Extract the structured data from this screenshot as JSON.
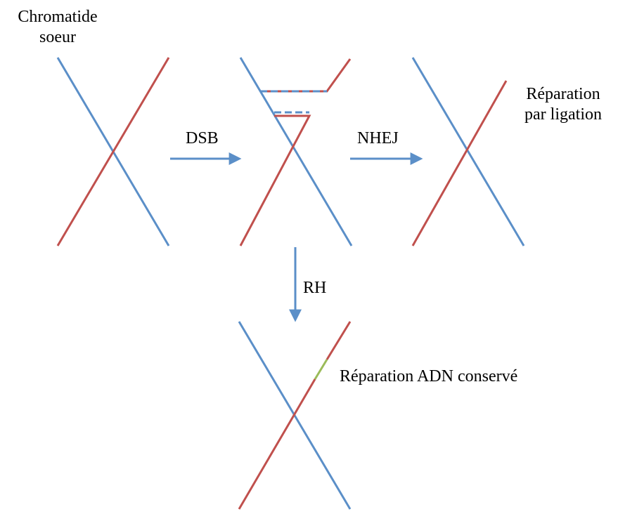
{
  "labels": {
    "sister_chromatid_line1": "Chromatide",
    "sister_chromatid_line2": "soeur",
    "dsb": "DSB",
    "nhej": "NHEJ",
    "rh": "RH",
    "ligation_line1": "Réparation",
    "ligation_line2": "par ligation",
    "conserved": "Réparation ADN conservé"
  },
  "colors": {
    "blue_strand": "#5b8fc8",
    "red_strand": "#c0504d",
    "green_segment": "#9bbb59",
    "arrow": "#5b8fc8",
    "text": "#000000"
  }
}
